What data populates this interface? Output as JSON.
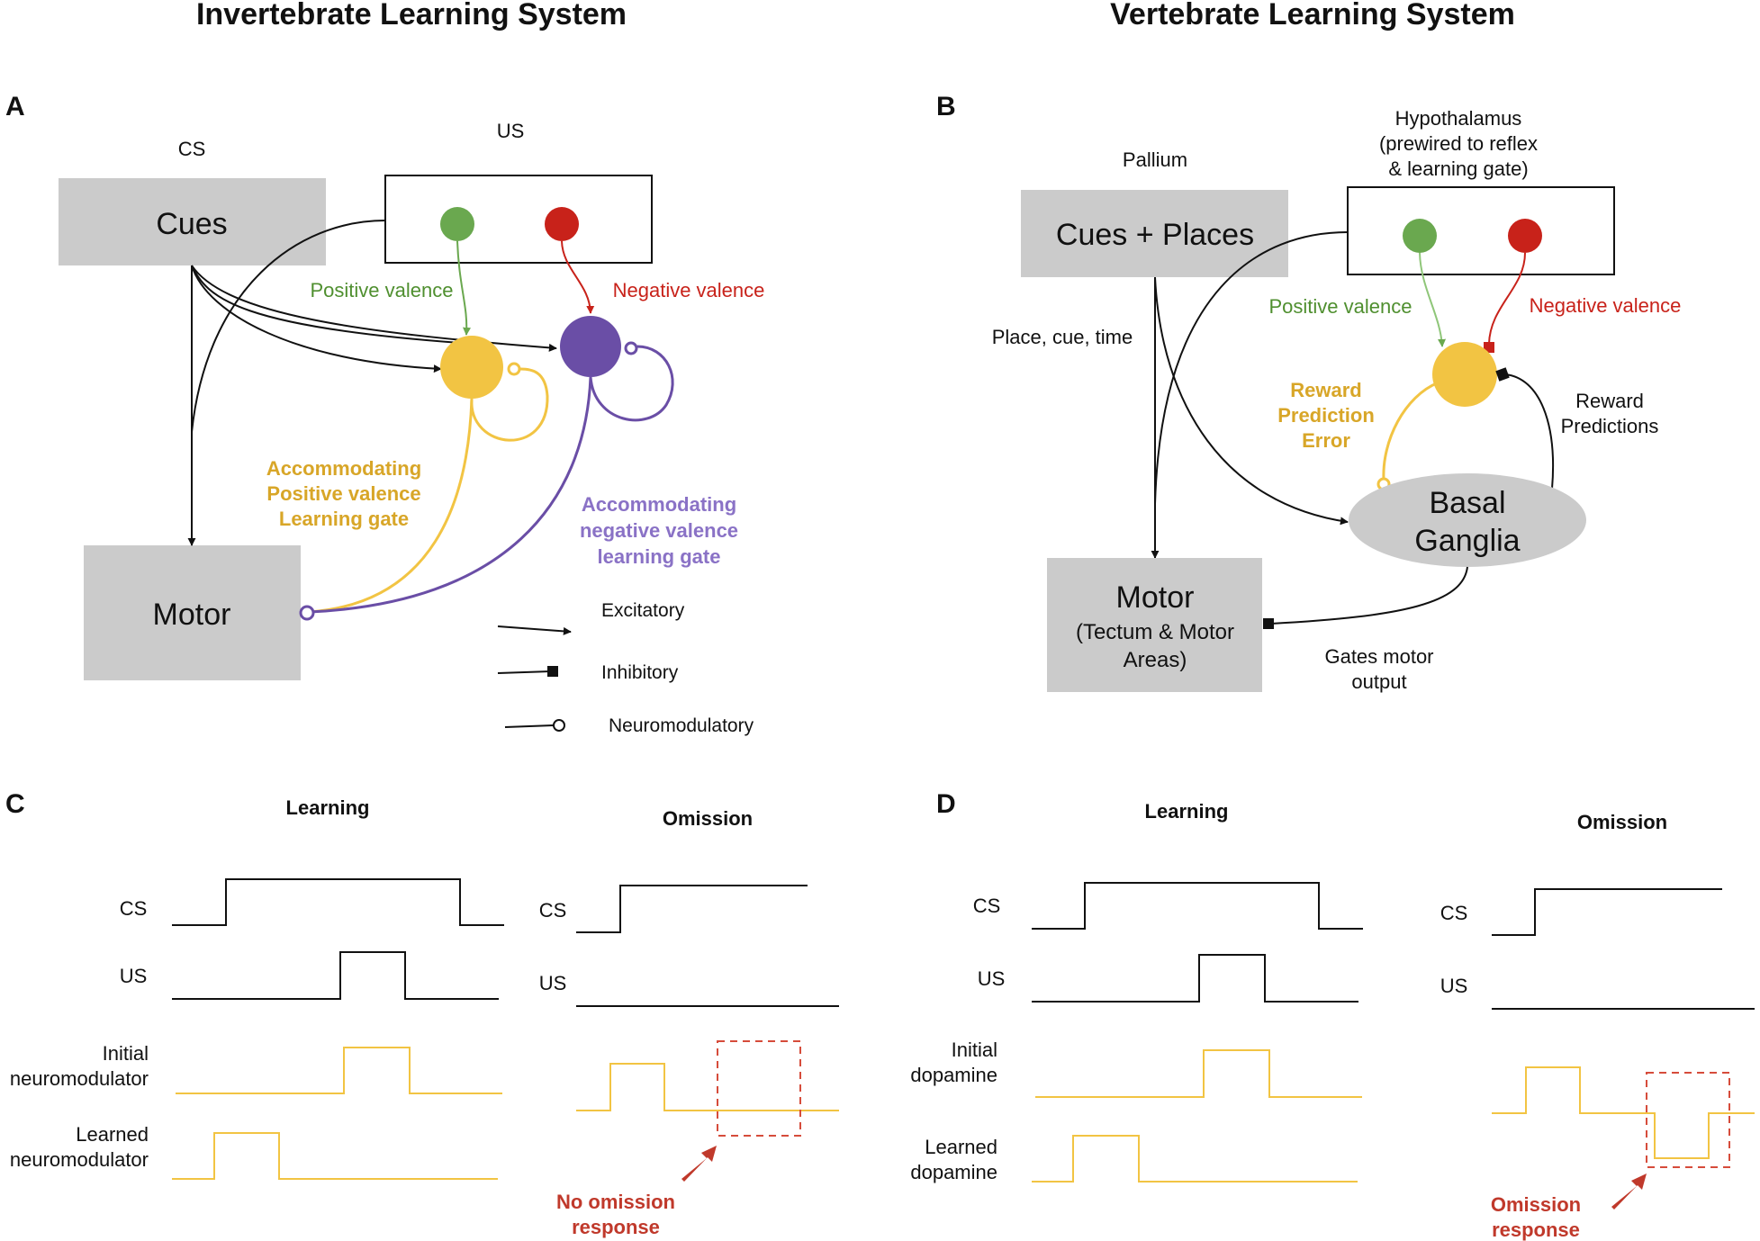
{
  "colors": {
    "gray_box": "#cbcbcb",
    "yellow": "#f2c443",
    "yellow_text": "#d8a628",
    "purple": "#6a4ea6",
    "purple_text": "#8a72c6",
    "green": "#6aa84f",
    "green_text": "#4f8f2f",
    "red": "#c8221a",
    "red_text": "#c8221a",
    "dark_red": "#c0392b",
    "black": "#111111"
  },
  "titles": {
    "left": "Invertebrate Learning System",
    "right": "Vertebrate Learning System"
  },
  "panels": {
    "a": "A",
    "b": "B",
    "c": "C",
    "d": "D"
  },
  "panel_a": {
    "cs_label": "CS",
    "us_label": "US",
    "cues": "Cues",
    "motor": "Motor",
    "positive_valence": "Positive valence",
    "negative_valence": "Negative valence",
    "pos_gate": [
      "Accommodating",
      "Positive valence",
      "Learning gate"
    ],
    "neg_gate": [
      "Accommodating",
      "negative valence",
      "learning gate"
    ],
    "legend": {
      "excitatory": "Excitatory",
      "inhibitory": "Inhibitory",
      "neuromodulatory": "Neuromodulatory"
    }
  },
  "panel_b": {
    "pallium": "Pallium",
    "hypothalamus": [
      "Hypothalamus",
      "(prewired to reflex",
      "& learning gate)"
    ],
    "cues_places": "Cues + Places",
    "place_cue_time": "Place, cue, time",
    "positive_valence": "Positive valence",
    "negative_valence": "Negative valence",
    "rpe": [
      "Reward",
      "Prediction",
      "Error"
    ],
    "reward_predictions": [
      "Reward",
      "Predictions"
    ],
    "basal_ganglia": [
      "Basal",
      "Ganglia"
    ],
    "motor": "Motor",
    "motor_sub": [
      "(Tectum & Motor",
      "Areas)"
    ],
    "gates_motor": [
      "Gates motor",
      "output"
    ]
  },
  "panel_c": {
    "learning": "Learning",
    "omission": "Omission",
    "cs": "CS",
    "us": "US",
    "initial": [
      "Initial",
      "neuromodulator"
    ],
    "learned": [
      "Learned",
      "neuromodulator"
    ],
    "cs_omission": "CS",
    "us_omission": "US",
    "no_omission": [
      "No omission",
      "response"
    ]
  },
  "panel_d": {
    "learning": "Learning",
    "omission": "Omission",
    "cs": "CS",
    "us": "US",
    "initial": [
      "Initial",
      "dopamine"
    ],
    "learned": [
      "Learned",
      "dopamine"
    ],
    "cs_omission": "CS",
    "us_omission": "US",
    "omission_resp": [
      "Omission",
      "response"
    ]
  }
}
